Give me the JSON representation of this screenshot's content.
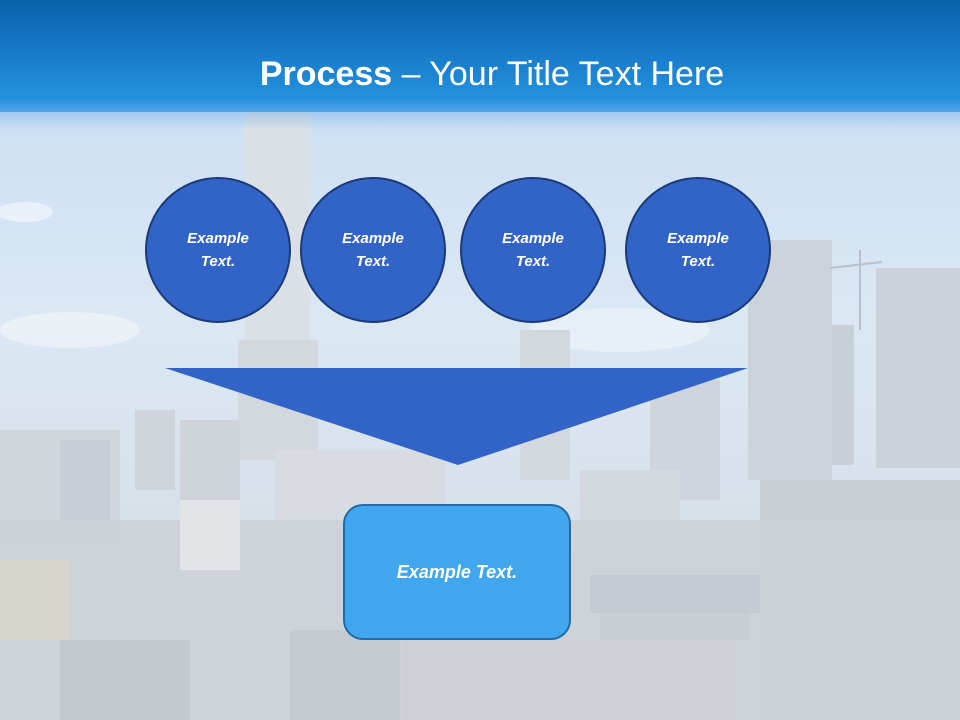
{
  "slide": {
    "title": {
      "bold": "Process",
      "separator": " – ",
      "rest": "Your Title Text Here"
    },
    "circles": [
      {
        "line1": "Example",
        "line2": "Text."
      },
      {
        "line1": "Example",
        "line2": "Text."
      },
      {
        "line1": "Example",
        "line2": "Text."
      },
      {
        "line1": "Example",
        "line2": "Text."
      }
    ],
    "result_box": {
      "label": "Example Text."
    },
    "colors": {
      "header_top": "#0a62a8",
      "header_bottom": "#2b96e2",
      "circle_fill": "#3264c8",
      "circle_border": "#1a3a78",
      "funnel_fill": "#3264c8",
      "box_fill": "#40a6ee",
      "box_border": "#236aa8"
    },
    "background_image": "faded-city-skyline"
  }
}
